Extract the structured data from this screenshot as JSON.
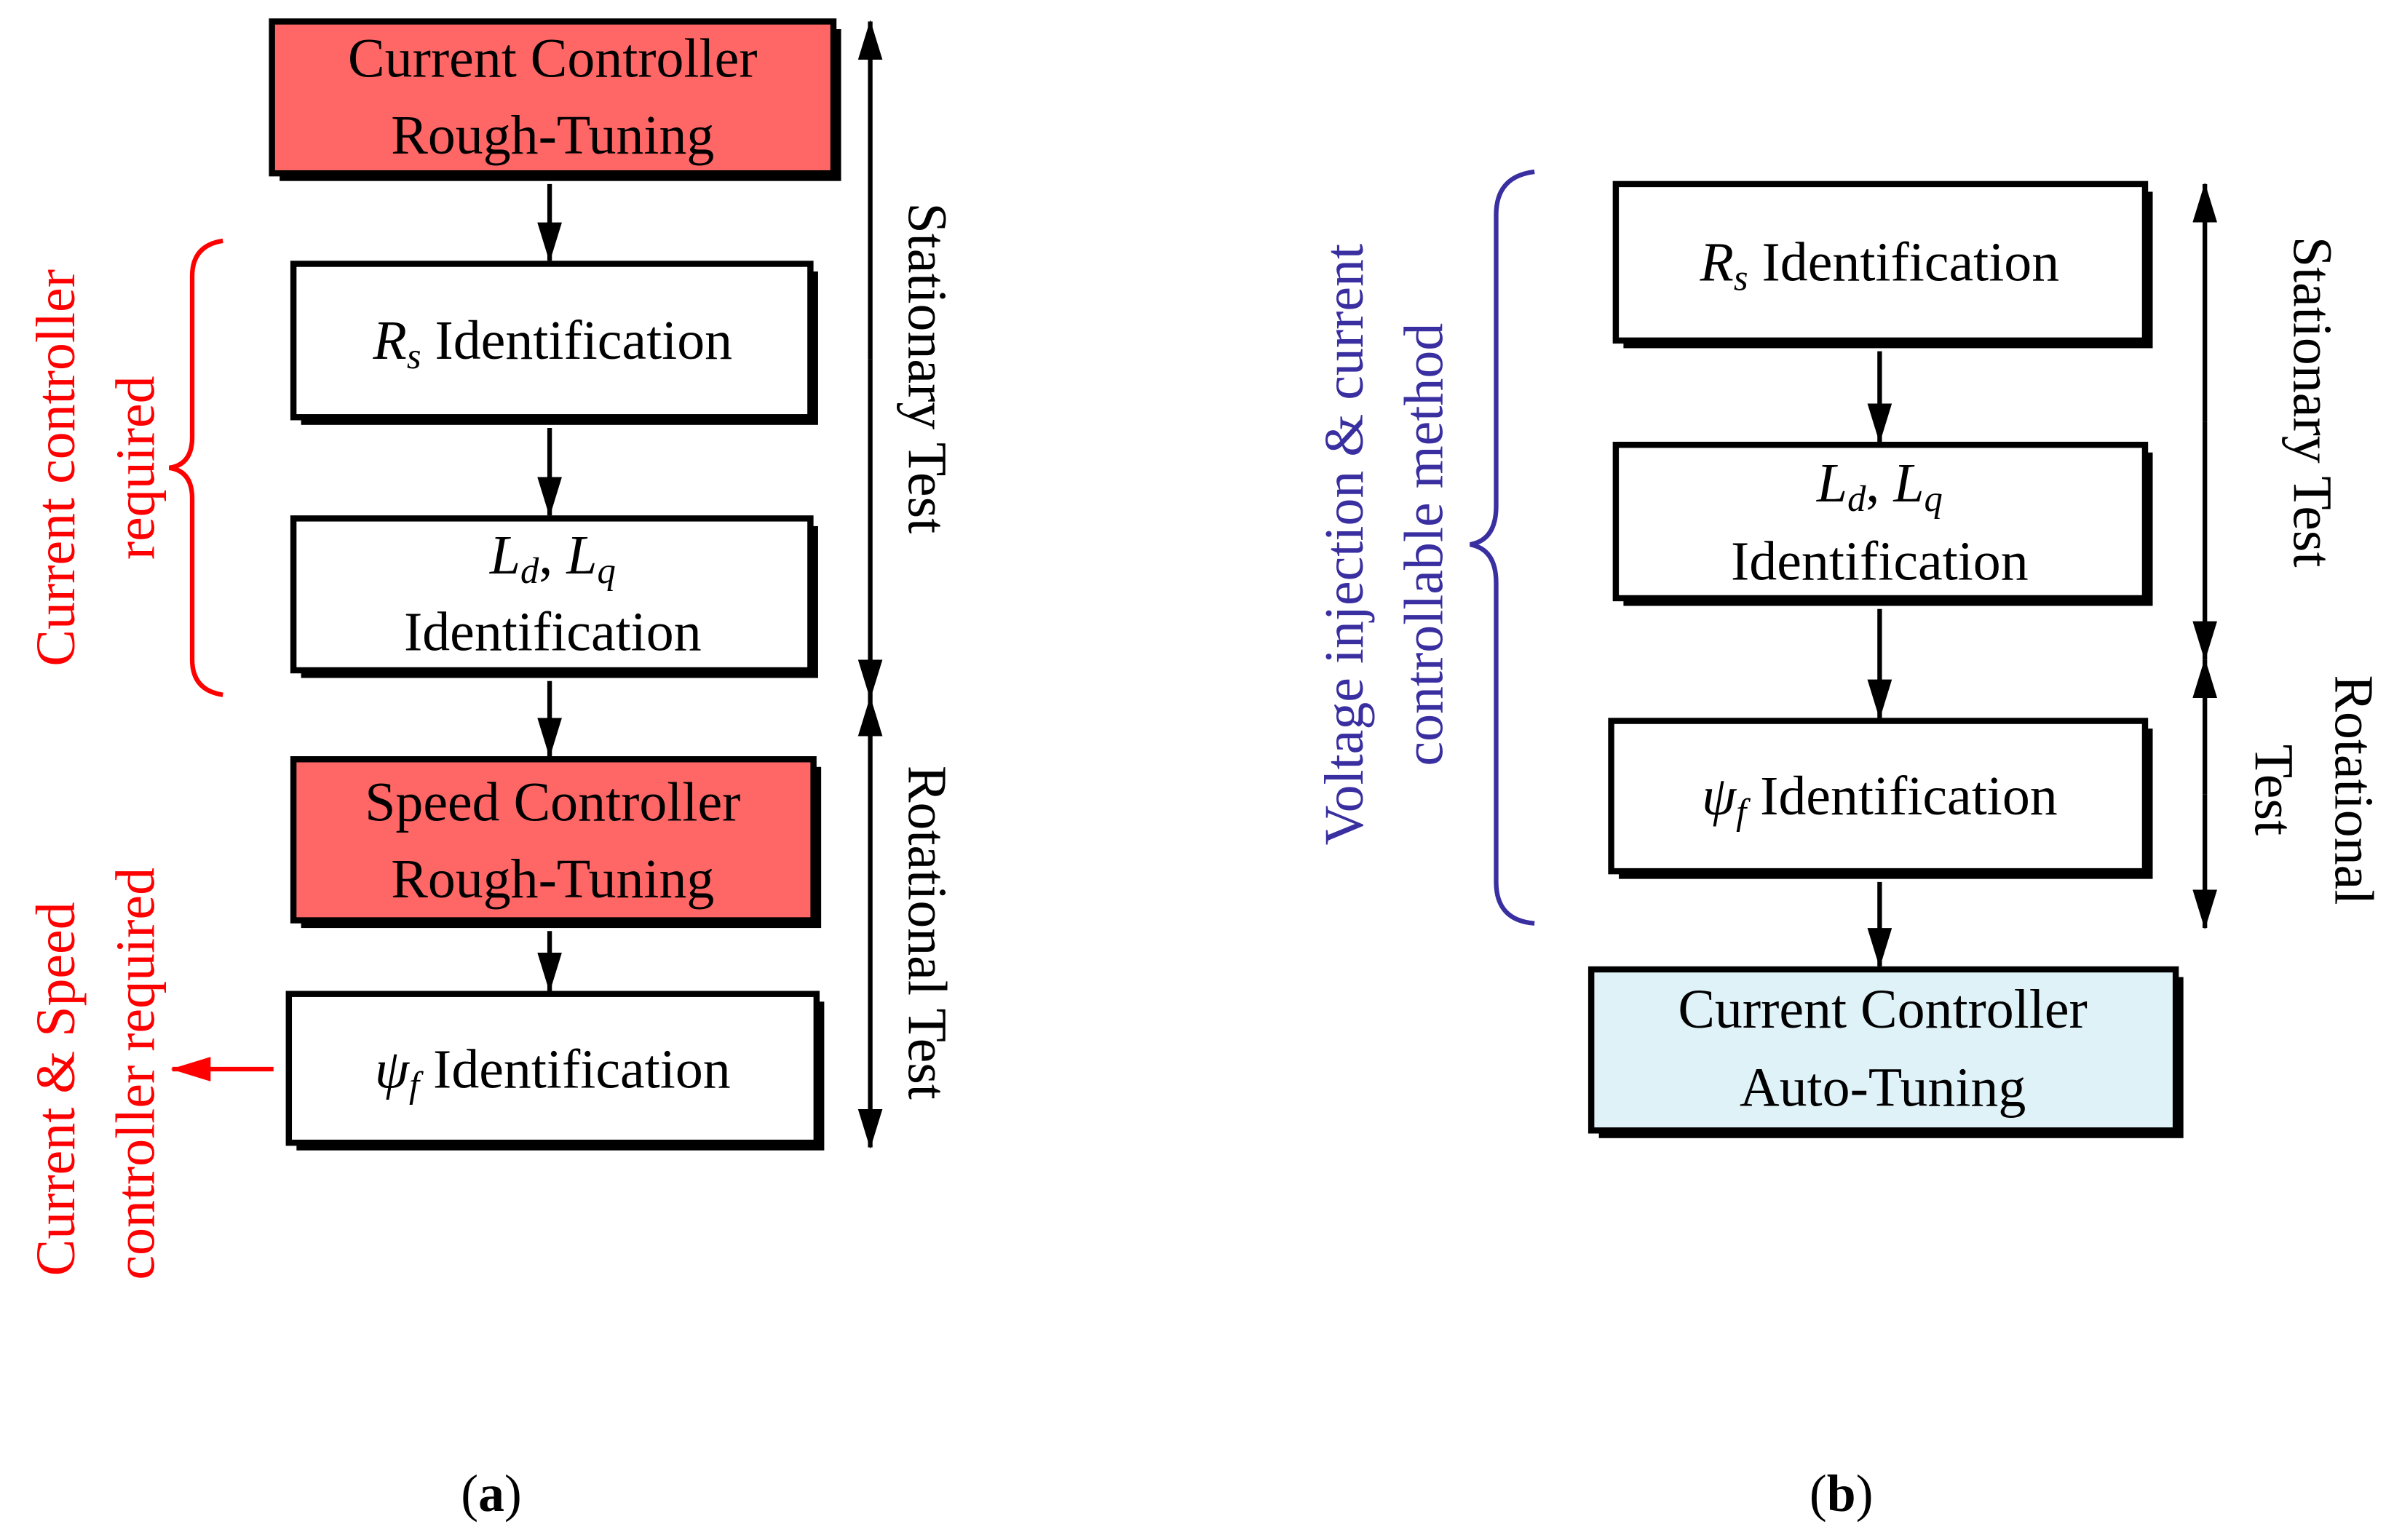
{
  "colors": {
    "rough_tuning_fill": "#ff6666",
    "auto_tuning_fill": "#dff2f8",
    "annotation_red": "#ff0000",
    "annotation_purple": "#3a2fa0"
  },
  "panel_a": {
    "boxes": [
      {
        "lines": [
          "Current Controller",
          "Rough-Tuning"
        ]
      },
      {
        "symbol": "R",
        "sub": "s",
        "text": " Identification"
      },
      {
        "line1_sym1": "L",
        "line1_sub1": "d",
        "line1_sep": ", ",
        "line1_sym2": "L",
        "line1_sub2": "q",
        "line2": "Identification"
      },
      {
        "lines": [
          "Speed Controller",
          "Rough-Tuning"
        ]
      },
      {
        "symbol": "ψ",
        "sub": "f",
        "text": " Identification"
      }
    ],
    "stationary_label": "Stationary Test",
    "rotational_label": "Rotational Test",
    "brace_label": [
      "Current controller",
      "required"
    ],
    "arrow_label": [
      "Current & Speed",
      "controller required"
    ],
    "caption_open": "(",
    "caption": "a",
    "caption_close": ")"
  },
  "panel_b": {
    "boxes": [
      {
        "symbol": "R",
        "sub": "s",
        "text": " Identification"
      },
      {
        "line1_sym1": "L",
        "line1_sub1": "d",
        "line1_sep": ", ",
        "line1_sym2": "L",
        "line1_sub2": "q",
        "line2": "Identification"
      },
      {
        "symbol": "ψ",
        "sub": "f",
        "text": " Identification"
      },
      {
        "lines": [
          "Current Controller",
          "Auto-Tuning"
        ]
      }
    ],
    "stationary_label": "Stationary Test",
    "rotational_label": [
      "Rotational",
      "Test"
    ],
    "brace_label": [
      "Voltage injection & current",
      "controllable method"
    ],
    "caption_open": "(",
    "caption": "b",
    "caption_close": ")"
  }
}
